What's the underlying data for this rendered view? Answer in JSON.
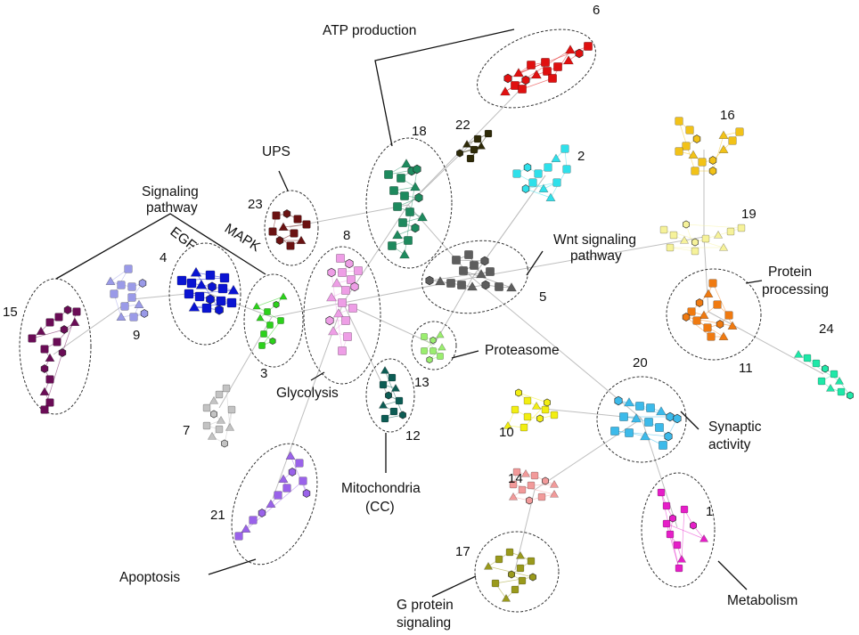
{
  "clusters": [
    {
      "id": "1",
      "number": "1",
      "color": "#e61ec8"
    },
    {
      "id": "2",
      "number": "2",
      "color": "#2fe0ea"
    },
    {
      "id": "3",
      "number": "3",
      "color": "#2bd21a"
    },
    {
      "id": "4",
      "number": "4",
      "color": "#0a14d2"
    },
    {
      "id": "5",
      "number": "5",
      "color": "#5e5e5e"
    },
    {
      "id": "6",
      "number": "6",
      "color": "#e01010"
    },
    {
      "id": "7",
      "number": "7",
      "color": "#c3c3c3"
    },
    {
      "id": "8",
      "number": "8",
      "color": "#ee9ee6"
    },
    {
      "id": "9",
      "number": "9",
      "color": "#9a9ae8"
    },
    {
      "id": "10",
      "number": "10",
      "color": "#f2ee12"
    },
    {
      "id": "11",
      "number": "11",
      "color": "#f07a10"
    },
    {
      "id": "12",
      "number": "12",
      "color": "#0c5c54"
    },
    {
      "id": "13",
      "number": "13",
      "color": "#9aee6e"
    },
    {
      "id": "14",
      "number": "14",
      "color": "#f29a9a"
    },
    {
      "id": "15",
      "number": "15",
      "color": "#6a0c56"
    },
    {
      "id": "16",
      "number": "16",
      "color": "#f2c218"
    },
    {
      "id": "17",
      "number": "17",
      "color": "#9a9a1c"
    },
    {
      "id": "18",
      "number": "18",
      "color": "#1e8a5e"
    },
    {
      "id": "19",
      "number": "19",
      "color": "#f6f29a"
    },
    {
      "id": "20",
      "number": "20",
      "color": "#3cbaea"
    },
    {
      "id": "21",
      "number": "21",
      "color": "#9a62ea"
    },
    {
      "id": "22",
      "number": "22",
      "color": "#2e2a08"
    },
    {
      "id": "23",
      "number": "23",
      "color": "#6a1212"
    },
    {
      "id": "24",
      "number": "24",
      "color": "#1ee8a8"
    }
  ],
  "annotations": {
    "atp_production": "ATP production",
    "ups": "UPS",
    "signaling_pathway": [
      "Signaling",
      "pathway"
    ],
    "egf": "EGF",
    "mapk": "MAPK",
    "wnt_signaling_pathway": [
      "Wnt signaling",
      "pathway"
    ],
    "protein_processing": [
      "Protein",
      "processing"
    ],
    "proteasome": "Proteasome",
    "glycolysis": "Glycolysis",
    "mitochondria_cc": [
      "Mitochondria",
      "(CC)"
    ],
    "synaptic_activity": [
      "Synaptic",
      "activity"
    ],
    "apoptosis": "Apoptosis",
    "metabolism": "Metabolism",
    "g_protein_signaling": [
      "G protein",
      "signaling"
    ]
  }
}
